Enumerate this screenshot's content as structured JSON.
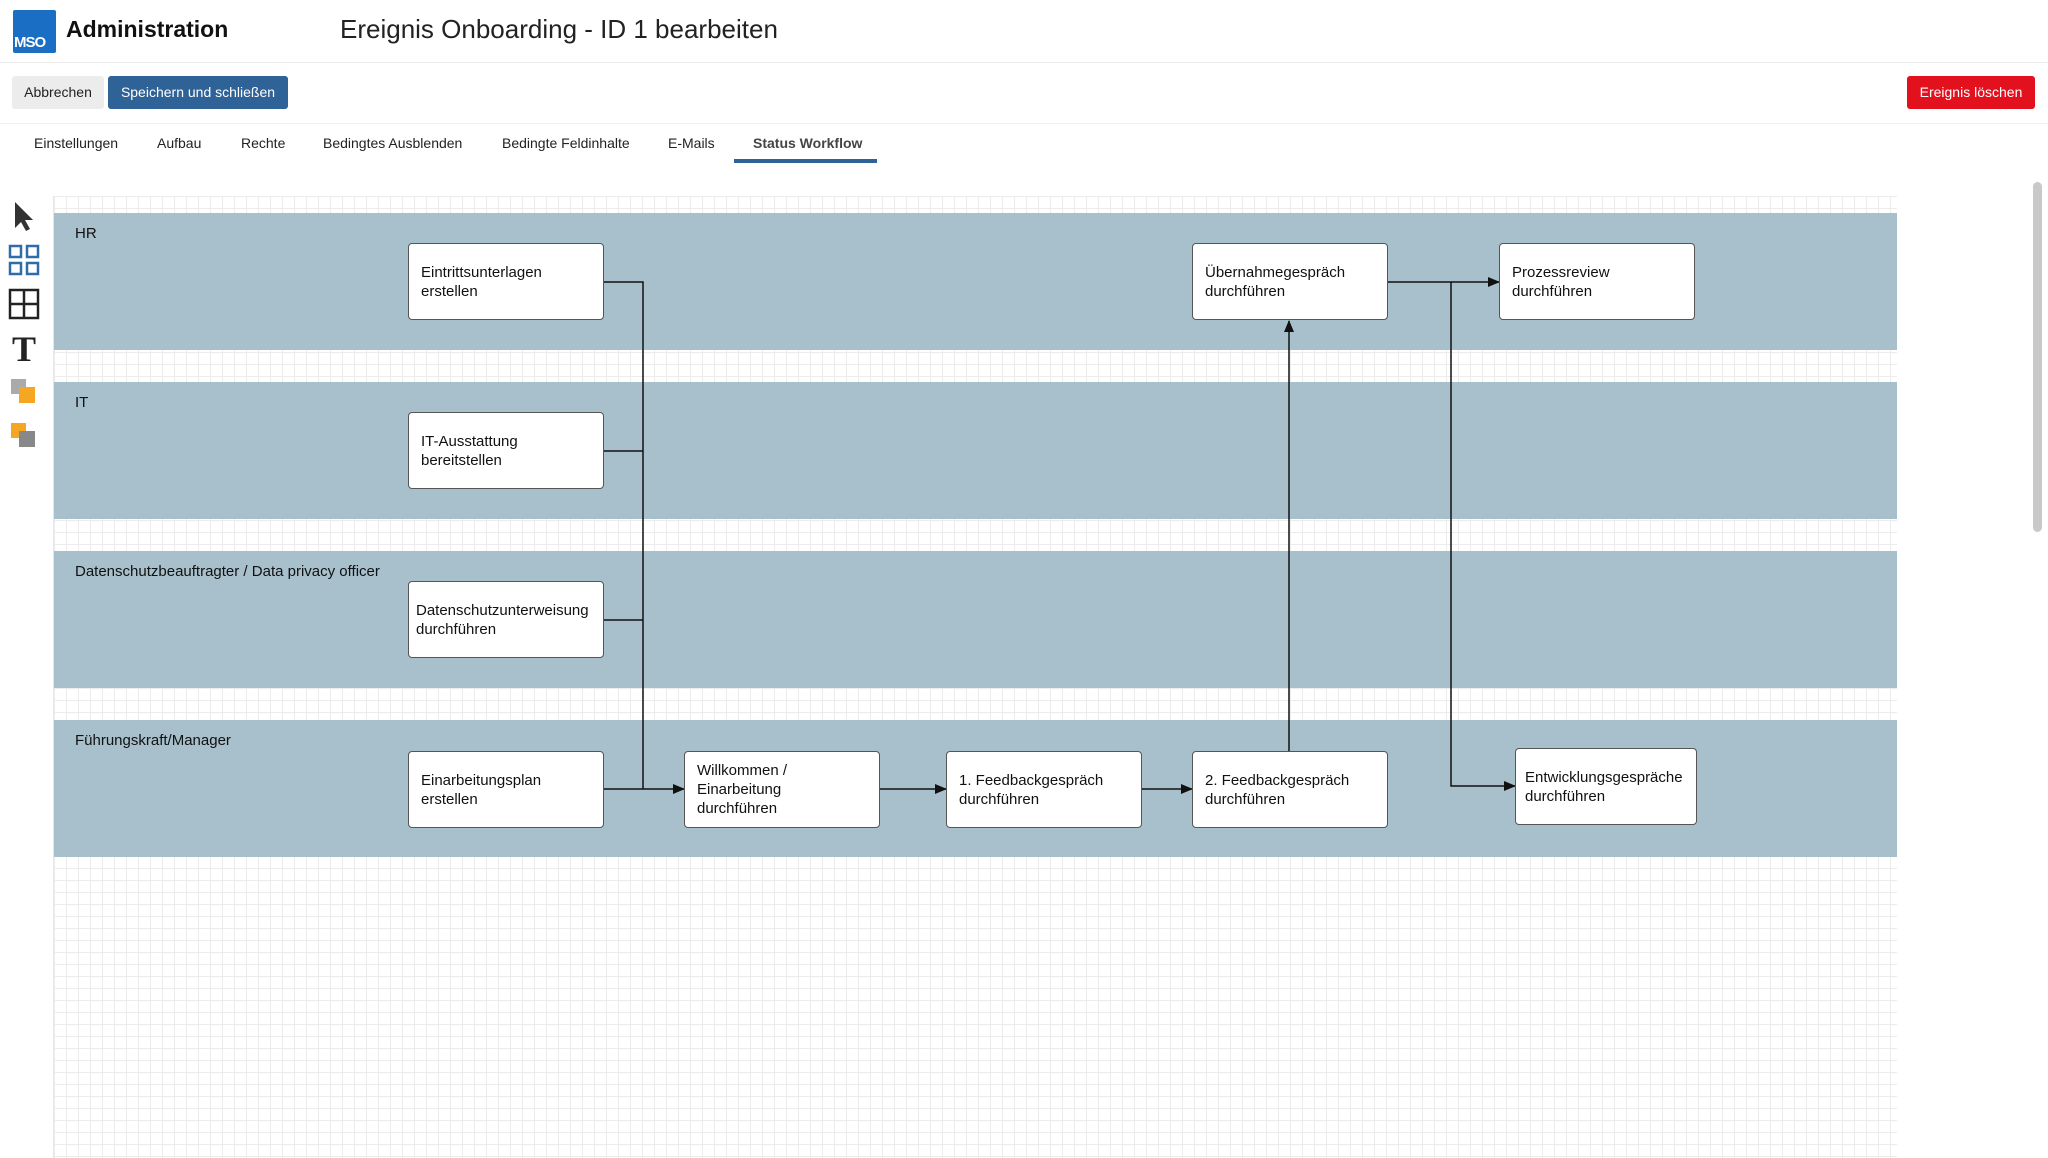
{
  "header": {
    "logo_text": "MSO",
    "app_title": "Administration",
    "page_title": "Ereignis Onboarding - ID 1 bearbeiten"
  },
  "actions": {
    "cancel_label": "Abbrechen",
    "save_label": "Speichern und schließen",
    "delete_label": "Ereignis löschen"
  },
  "tabs": [
    {
      "label": "Einstellungen",
      "active": false
    },
    {
      "label": "Aufbau",
      "active": false
    },
    {
      "label": "Rechte",
      "active": false
    },
    {
      "label": "Bedingtes Ausblenden",
      "active": false
    },
    {
      "label": "Bedingte Feldinhalte",
      "active": false
    },
    {
      "label": "E-Mails",
      "active": false
    },
    {
      "label": "Status Workflow",
      "active": true
    }
  ],
  "toolbar": {
    "tools": [
      "pointer-icon",
      "grid-icon",
      "table-icon",
      "text-icon",
      "shape-front-icon",
      "shape-back-icon"
    ]
  },
  "workflow": {
    "lanes": [
      {
        "label": "HR"
      },
      {
        "label": "IT"
      },
      {
        "label": "Datenschutzbeauftragter / Data privacy officer"
      },
      {
        "label": "Führungskraft/Manager"
      }
    ],
    "nodes": [
      {
        "id": "eintritt",
        "lines": [
          "Eintrittsunterlagen",
          "erstellen"
        ]
      },
      {
        "id": "it",
        "lines": [
          "IT-Ausstattung",
          "bereitstellen"
        ]
      },
      {
        "id": "datenschutz",
        "lines": [
          "Datenschutzunterweisung",
          "durchführen"
        ]
      },
      {
        "id": "einarbeitungsplan",
        "lines": [
          "Einarbeitungsplan",
          "erstellen"
        ]
      },
      {
        "id": "willkommen",
        "lines": [
          "Willkommen /",
          "Einarbeitung",
          "durchführen"
        ]
      },
      {
        "id": "feedback1",
        "lines": [
          "1. Feedbackgespräch",
          "durchführen"
        ]
      },
      {
        "id": "feedback2",
        "lines": [
          "2. Feedbackgespräch",
          "durchführen"
        ]
      },
      {
        "id": "uebernahme",
        "lines": [
          "Übernahmegespräch",
          "durchführen"
        ]
      },
      {
        "id": "prozessreview",
        "lines": [
          "Prozessreview",
          "durchführen"
        ]
      },
      {
        "id": "entwicklung",
        "lines": [
          "Entwicklungsgespräche",
          "durchführen"
        ]
      }
    ],
    "edges": [
      {
        "from": "eintritt",
        "to": "willkommen"
      },
      {
        "from": "it",
        "to": "willkommen"
      },
      {
        "from": "datenschutz",
        "to": "willkommen"
      },
      {
        "from": "einarbeitungsplan",
        "to": "willkommen"
      },
      {
        "from": "willkommen",
        "to": "feedback1"
      },
      {
        "from": "feedback1",
        "to": "feedback2"
      },
      {
        "from": "feedback2",
        "to": "uebernahme"
      },
      {
        "from": "uebernahme",
        "to": "prozessreview"
      },
      {
        "from": "uebernahme",
        "to": "entwicklung"
      }
    ]
  }
}
